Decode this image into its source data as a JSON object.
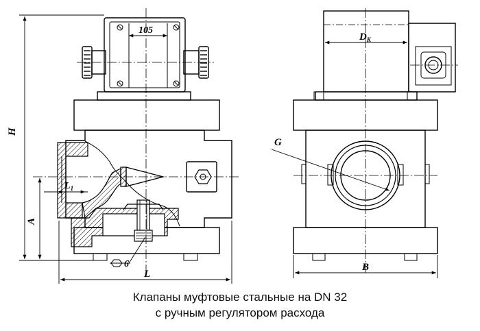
{
  "caption": {
    "line1": "Клапаны муфтовые стальные на DN 32",
    "line2": "с ручным регулятором расхода"
  },
  "dimensions": {
    "top_width": "105",
    "height": "H",
    "inlet_offset": "A",
    "thread_length": "L",
    "thread_length_sub": "1",
    "length": "L",
    "hex": "6",
    "coil_width": "D",
    "coil_width_sub": "K",
    "thread": "G",
    "width": "B"
  }
}
